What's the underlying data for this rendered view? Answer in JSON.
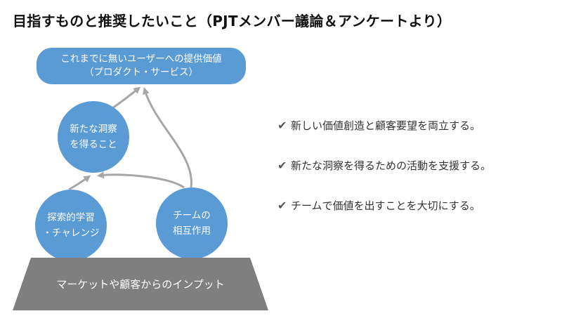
{
  "title": "目指すものと推奨したいこと（PJTメンバー議論＆アンケートより）",
  "diagram": {
    "goal": {
      "line1": "これまでに無いユーザーへの提供価値",
      "line2": "（プロダクト・サービス）"
    },
    "insight": {
      "line1": "新たな洞察",
      "line2": "を得ること"
    },
    "explore": {
      "line1": "探索的学習",
      "line2": "・チャレンジ"
    },
    "team": {
      "line1": "チームの",
      "line2": "相互作用"
    },
    "input": "マーケットや顧客からのインプット",
    "colors": {
      "node": "#5b9bd5",
      "arrow": "#a6a6a6",
      "base": "#7f7f7f"
    }
  },
  "recommendations": [
    {
      "icon": "checkmark-icon",
      "glyph": "✔",
      "text": "新しい価値創造と顧客要望を両立する。"
    },
    {
      "icon": "checkmark-icon",
      "glyph": "✔",
      "text": "新たな洞察を得るための活動を支援する。"
    },
    {
      "icon": "checkmark-icon",
      "glyph": "✔",
      "text": "チームで価値を出すことを大切にする。"
    }
  ]
}
